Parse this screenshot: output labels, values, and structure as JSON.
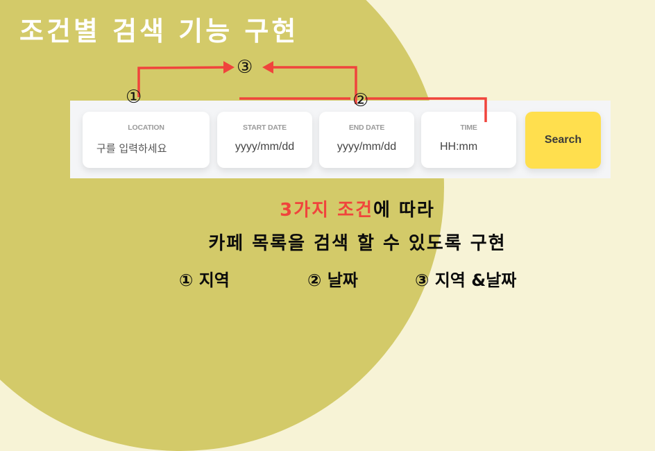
{
  "page_title": "조건별 검색 기능 구현",
  "search_bar": {
    "fields": [
      {
        "label": "LOCATION",
        "value": "구를 입력하세요"
      },
      {
        "label": "START DATE",
        "value": "yyyy/mm/dd"
      },
      {
        "label": "END DATE",
        "value": "yyyy/mm/dd"
      },
      {
        "label": "TIME",
        "value": "HH:mm"
      }
    ],
    "search_label": "Search"
  },
  "annotations": {
    "marker_1": "①",
    "marker_2": "②",
    "marker_3": "③",
    "arrow_color": "#f0443c"
  },
  "description": {
    "line1_highlight": "3가지 조건",
    "line1_rest": "에 따라",
    "line2": "카페 목록을 검색 할 수 있도록 구현",
    "options": [
      {
        "marker": "①",
        "label": "지역"
      },
      {
        "marker": "②",
        "label": "날짜"
      },
      {
        "marker": "③",
        "label": "지역 &날짜"
      }
    ]
  },
  "colors": {
    "olive": "#d3ca69",
    "cream": "#f7f3d6",
    "button": "#ffdf4e",
    "highlight": "#f0443c"
  }
}
